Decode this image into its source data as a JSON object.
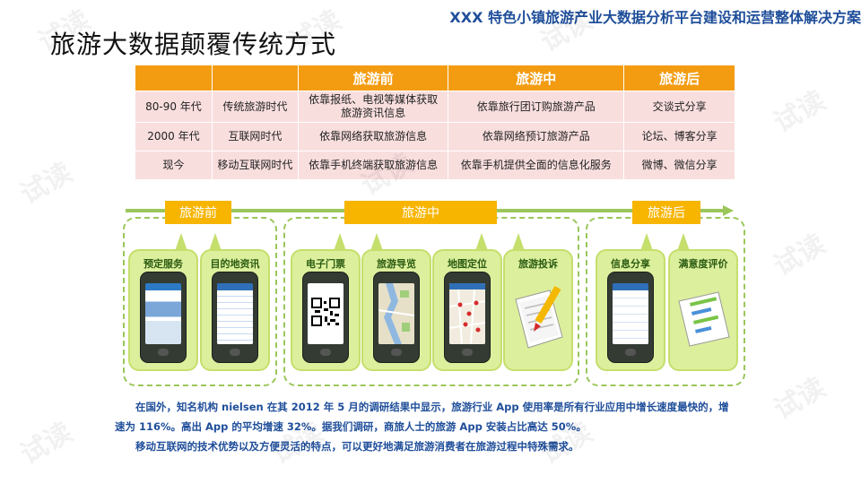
{
  "header": {
    "title": "XXX 特色小镇旅游产业大数据分析平台建设和运营整体解决方案"
  },
  "slide": {
    "title": "旅游大数据颠覆传统方式"
  },
  "table": {
    "headers": [
      "",
      "",
      "旅游前",
      "旅游中",
      "旅游后"
    ],
    "rows": [
      [
        "80-90 年代",
        "传统旅游时代",
        "依靠报纸、电视等媒体获取\n旅游资讯信息",
        "依靠旅行团订购旅游产品",
        "交谈式分享"
      ],
      [
        "2000 年代",
        "互联网时代",
        "依靠网络获取旅游信息",
        "依靠网络预订旅游产品",
        "论坛、博客分享"
      ],
      [
        "现今",
        "移动互联网时代",
        "依靠手机终端获取旅游信息",
        "依靠手机提供全面的信息化服务",
        "微博、微信分享"
      ]
    ]
  },
  "stages": {
    "before": "旅游前",
    "during": "旅游中",
    "after": "旅游后"
  },
  "apps": [
    "预定服务",
    "目的地资讯",
    "电子门票",
    "旅游导览",
    "地图定位",
    "旅游投诉",
    "信息分享",
    "满意度评价"
  ],
  "body": {
    "p1": "在国外，知名机构 nielsen 在其 2012 年 5 月的调研结果中显示，旅游行业 App 使用率是所有行业应用中增长速度最快的，增速为 116%。高出 App 的平均增速 32%。据我们调研，商旅人士的旅游 App 安装占比高达 50%。",
    "p2": "移动互联网的技术优势以及方便灵活的特点，可以更好地满足旅游消费者在旅游过程中特殊需求。"
  },
  "watermark": "试读",
  "colors": {
    "header_text": "#1f4e9a",
    "table_header": "#f39c12",
    "table_cell": "#f9dede",
    "stage_label": "#f7b500",
    "timeline": "#9bc65a",
    "bubble": "#dcef9c"
  }
}
